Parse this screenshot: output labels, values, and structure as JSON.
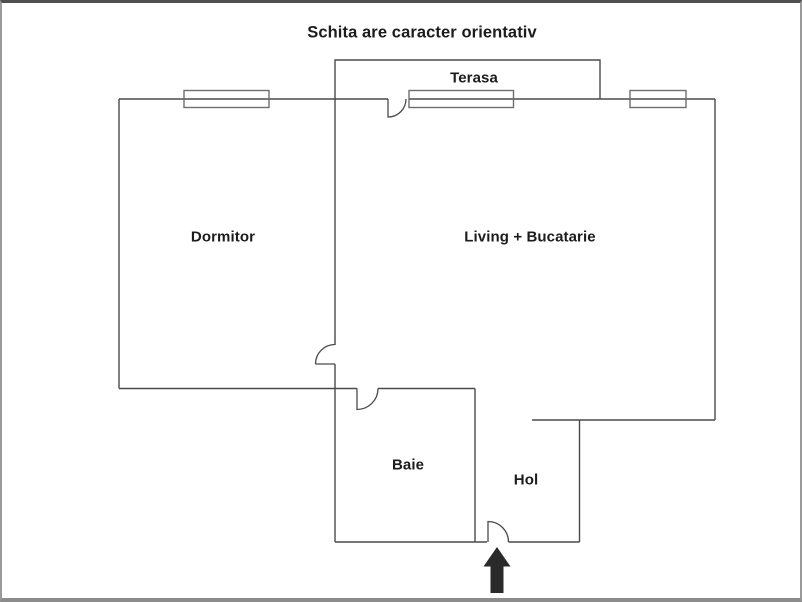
{
  "title": "Schita are caracter orientativ",
  "rooms": [
    {
      "id": "terasa",
      "label": "Terasa"
    },
    {
      "id": "dormitor",
      "label": "Dormitor"
    },
    {
      "id": "living",
      "label": "Living + Bucatarie"
    },
    {
      "id": "baie",
      "label": "Baie"
    },
    {
      "id": "hol",
      "label": "Hol"
    }
  ],
  "icons": {
    "entrance_arrow": "up-arrow-entrance-icon"
  },
  "colors": {
    "wall": "#4a4a4a",
    "window_frame": "#6e6e6e",
    "arrow": "#2a2a2a",
    "text": "#1c1c1c",
    "frame_border": "#8c8c8c"
  }
}
